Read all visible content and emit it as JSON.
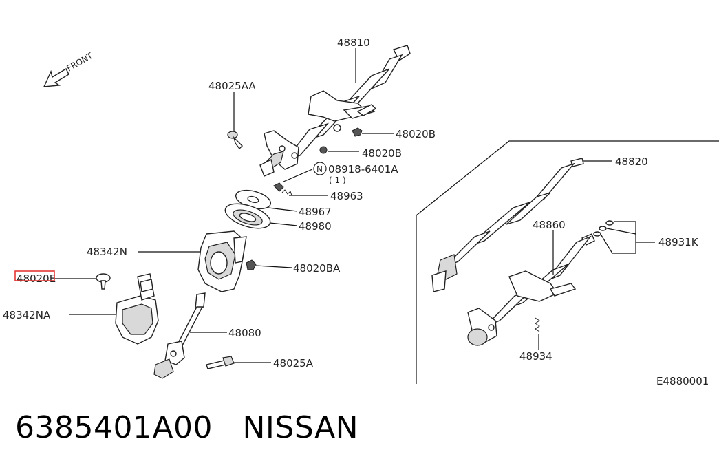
{
  "diagram": {
    "front_label": "FRONT",
    "figure_code": "E4880001",
    "callouts": {
      "p48810": "48810",
      "p48025AA": "48025AA",
      "p48020B_1": "48020B",
      "p48020B_2": "48020B",
      "p08918_symbol": "N",
      "p08918": "08918-6401A",
      "p08918_qty": "( 1 )",
      "p48963": "48963",
      "p48967": "48967",
      "p48980": "48980",
      "p48342N": "48342N",
      "p48020BA": "48020BA",
      "p48020E": "48020E",
      "p48342NA": "48342NA",
      "p48080": "48080",
      "p48025A": "48025A",
      "p48820": "48820",
      "p48860": "48860",
      "p48931K": "48931K",
      "p48934": "48934"
    },
    "highlight_color": "#e53935"
  },
  "footer": {
    "part_number": "6385401A00",
    "brand": "NISSAN"
  }
}
